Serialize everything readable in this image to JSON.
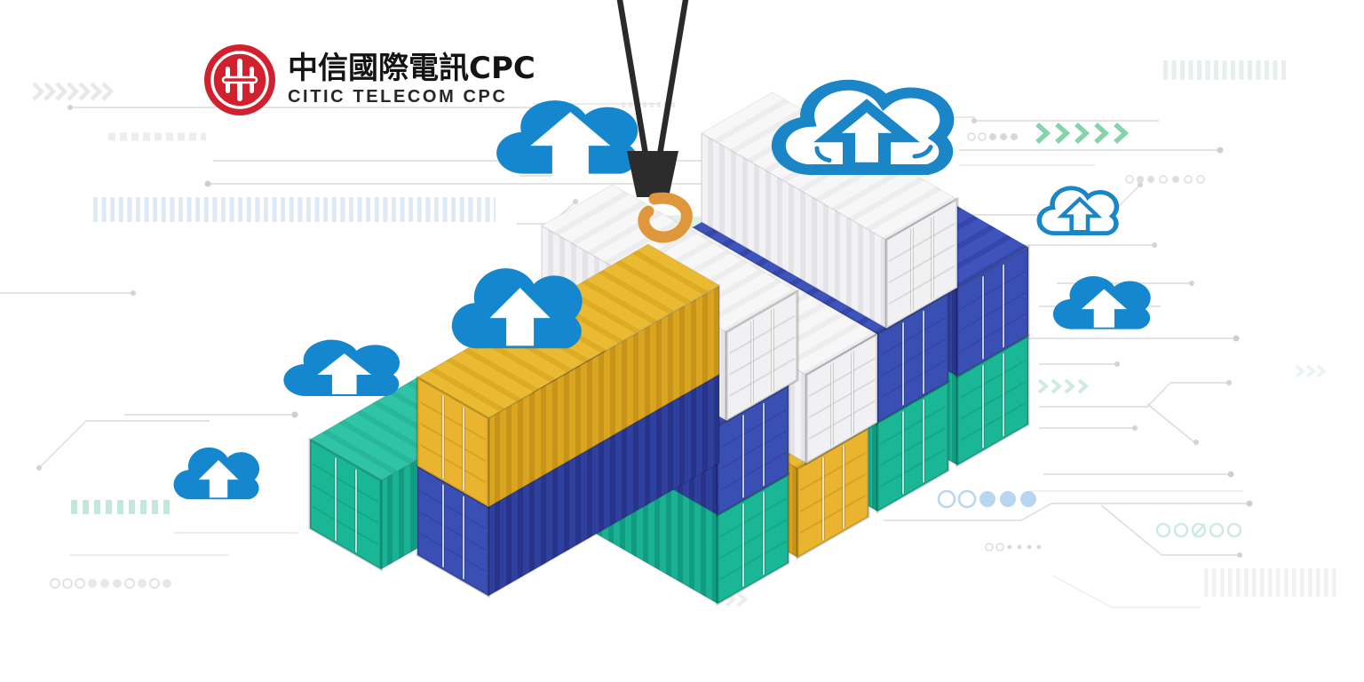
{
  "brand": {
    "name_zh": "中信國際電訊CPC",
    "name_en": "CITIC TELECOM CPC",
    "logo_mark": "citic-red-circle-monogram"
  },
  "colors": {
    "brand_red": "#d2212e",
    "ink": "#141416",
    "cloud_blue": "#1487cf",
    "container_teal": {
      "top": "#2fc4a6",
      "side": "#1bb294",
      "shade": "#109c82",
      "door": "#1ab797"
    },
    "container_blue": {
      "top": "#3e53bc",
      "side": "#2f419f",
      "shade": "#273489",
      "door": "#3a4fb4"
    },
    "container_yellow": {
      "top": "#eaba33",
      "side": "#daa51f",
      "shade": "#c79318",
      "door": "#ebb42e"
    },
    "container_white": {
      "top": "#f7f7f8",
      "side": "#f2f2f4",
      "shade": "#e4e4e8",
      "door": "#f1f1f3"
    },
    "hook_orange": "#e0963a",
    "cable_black": "#2a2a2a",
    "circuit_gray": "#dcdcdc",
    "chevron_green": "#84d3ab",
    "mint_accent": "#e0f1e7",
    "tick_blue": "#dde9f4"
  },
  "illustration": {
    "clouds": [
      {
        "name": "cloud-upload-top-left",
        "style": "solid"
      },
      {
        "name": "cloud-upload-top-right",
        "style": "outline"
      },
      {
        "name": "cloud-upload-mid-left",
        "style": "solid"
      },
      {
        "name": "cloud-upload-small-left",
        "style": "solid"
      },
      {
        "name": "cloud-upload-lower-left",
        "style": "solid"
      },
      {
        "name": "cloud-upload-small-right",
        "style": "outline"
      },
      {
        "name": "cloud-upload-mid-right",
        "style": "solid"
      }
    ],
    "crane": {
      "parts": [
        "cables",
        "block",
        "hook"
      ],
      "hook_color": "#e0963a"
    },
    "containers": {
      "left_row": [
        {
          "stack": [
            "teal"
          ]
        },
        {
          "stack": [
            "blue",
            "yellow"
          ]
        }
      ],
      "right_row": [
        {
          "stack": [
            "teal",
            "blue",
            "white"
          ]
        },
        {
          "stack": [
            "yellow",
            "white"
          ]
        },
        {
          "stack": [
            "teal",
            "blue",
            "white"
          ]
        },
        {
          "stack": [
            "teal",
            "blue"
          ]
        }
      ]
    }
  }
}
